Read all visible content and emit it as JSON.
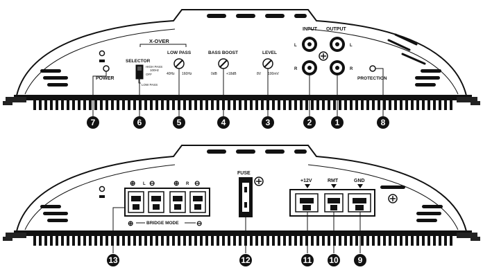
{
  "top_panel": {
    "xover_label": "X-OVER",
    "low_pass_label": "LOW PASS",
    "low_pass_min": "40Hz",
    "low_pass_max": "160Hz",
    "bass_boost_label": "BASS BOOST",
    "bass_boost_min": "0dB",
    "bass_boost_max": "+18dB",
    "level_label": "LEVEL",
    "level_min": "8V",
    "level_max": "100mV",
    "selector_label": "SELECTOR",
    "selector_high_pass": "HIGH PASS",
    "selector_high_pass_freq": "100Hz",
    "selector_off": "OFF",
    "selector_low_pass": "LOW PASS",
    "power_label": "POWER",
    "input_label": "INPUT",
    "output_label": "OUTPUT",
    "channel_left": "L",
    "channel_right": "R",
    "protection_label": "PROTECTION"
  },
  "bottom_panel": {
    "fuse_label": "FUSE",
    "speaker_left": "L",
    "speaker_right": "R",
    "bridge_mode_label": "BRIDGE MODE",
    "terminal_12v": "+12V",
    "terminal_rmt": "RMT",
    "terminal_gnd": "GND"
  },
  "callouts": {
    "c1": "1",
    "c2": "2",
    "c3": "3",
    "c4": "4",
    "c5": "5",
    "c6": "6",
    "c7": "7",
    "c8": "8",
    "c9": "9",
    "c10": "10",
    "c11": "11",
    "c12": "12",
    "c13": "13"
  }
}
